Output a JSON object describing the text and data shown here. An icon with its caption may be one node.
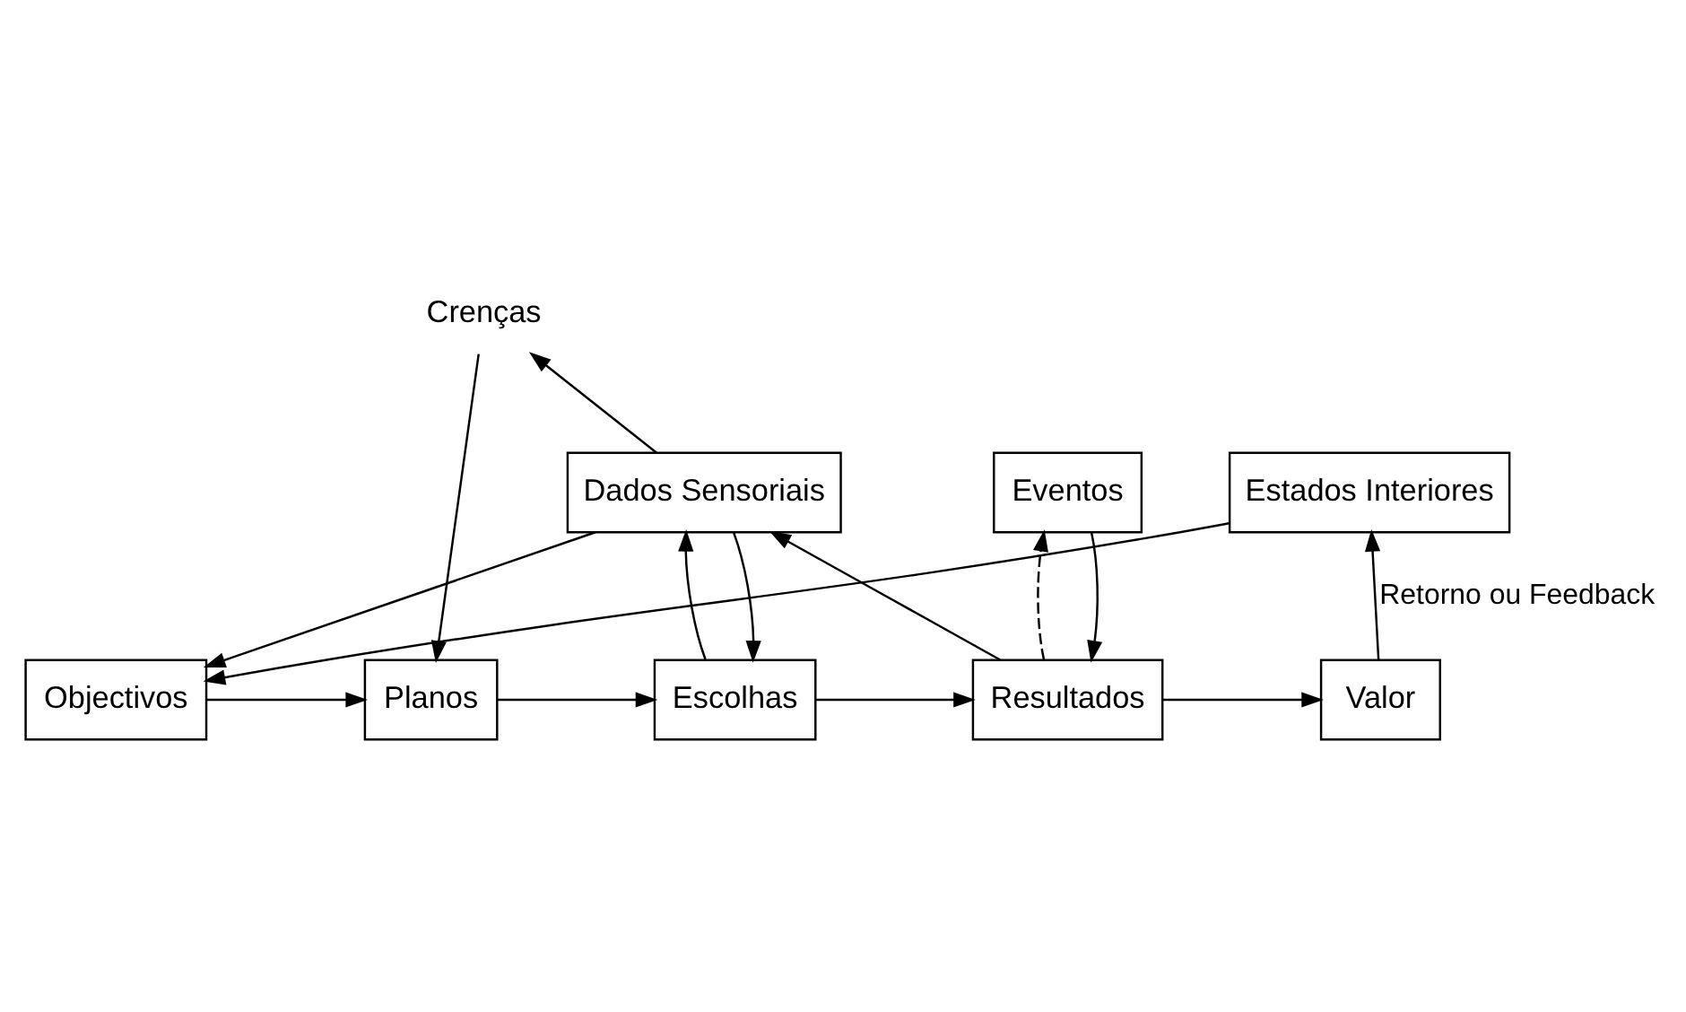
{
  "diagram": {
    "nodes": [
      {
        "text": [
          "Objectivos"
        ]
      },
      {
        "text": [
          "Planos"
        ]
      },
      {
        "text": [
          "Escolhas"
        ]
      },
      {
        "text": [
          "Resultados"
        ]
      },
      {
        "text": [
          "Valor"
        ]
      },
      {
        "text": [
          "Eventos"
        ]
      },
      {
        "text": [
          "Crenças"
        ]
      },
      {
        "text": [
          "Dados Sensoriais"
        ]
      },
      {
        "text": [
          "Estados Interiores"
        ]
      }
    ],
    "edges": [
      {
        "from": 0,
        "to": 1,
        "arrow": "to"
      },
      {
        "from": 1,
        "to": 2,
        "arrow": "to"
      },
      {
        "from": 2,
        "to": 3,
        "arrow": "to"
      },
      {
        "from": 3,
        "to": 4,
        "arrow": "to"
      },
      {
        "from": 5,
        "to": 3,
        "arrow": "to"
      },
      {
        "from": 3,
        "to": 5,
        "arrow": "to",
        "style": "dashed"
      },
      {
        "from": 6,
        "to": 1,
        "arrow": "to"
      },
      {
        "from": 7,
        "to": 6,
        "arrow": "to"
      },
      {
        "from": 7,
        "to": 0,
        "arrow": "to"
      },
      {
        "from": 7,
        "to": 2,
        "arrow": "to"
      },
      {
        "from": 2,
        "to": 7,
        "arrow": "to"
      },
      {
        "from": 3,
        "to": 7,
        "arrow": "to"
      },
      {
        "from": 4,
        "to": 8,
        "arrow": "to",
        "label": "Retorno ou Feedback"
      },
      {
        "from": 8,
        "to": 0,
        "arrow": "to"
      }
    ]
  }
}
